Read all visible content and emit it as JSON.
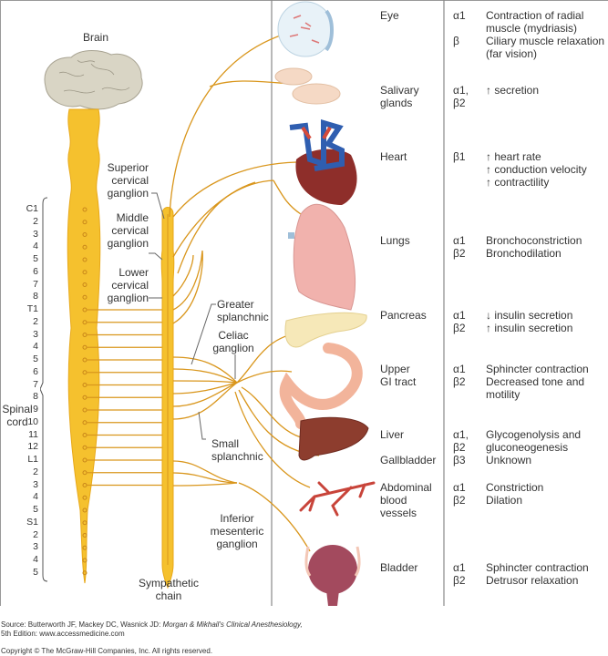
{
  "title": "Sympathetic nervous system",
  "labels": {
    "brain": "Brain",
    "spinal_cord": "Spinal\ncord",
    "sympathetic_chain": "Sympathetic\nchain",
    "superior_cervical": "Superior\ncervical\nganglion",
    "middle_cervical": "Middle\ncervical\nganglion",
    "lower_cervical": "Lower\ncervical\nganglion",
    "greater_splanchnic": "Greater\nsplanchnic",
    "celiac": "Celiac\nganglion",
    "small_splanchnic": "Small\nsplanchnic",
    "inferior_mesenteric": "Inferior\nmesenteric\nganglion"
  },
  "segments": [
    "C1",
    "2",
    "3",
    "4",
    "5",
    "6",
    "7",
    "8",
    "T1",
    "2",
    "3",
    "4",
    "5",
    "6",
    "7",
    "8",
    "9",
    "10",
    "11",
    "12",
    "L1",
    "2",
    "3",
    "4",
    "5",
    "S1",
    "2",
    "3",
    "4",
    "5"
  ],
  "organs": [
    {
      "name": "Eye",
      "receptors": "α1\n\nβ",
      "effects": "Contraction of radial\nmuscle (mydriasis)\nCiliary muscle relaxation\n(far vision)"
    },
    {
      "name": "Salivary\nglands",
      "receptors": "α1,\nβ2",
      "effects": "↑ secretion"
    },
    {
      "name": "Heart",
      "receptors": "β1",
      "effects": "↑ heart rate\n↑ conduction velocity\n↑ contractility"
    },
    {
      "name": "Lungs",
      "receptors": "α1\nβ2",
      "effects": "Bronchoconstriction\nBronchodilation"
    },
    {
      "name": "Pancreas",
      "receptors": "α1\nβ2",
      "effects": "↓ insulin secretion\n↑ insulin secretion"
    },
    {
      "name": "Upper\nGI tract",
      "receptors": "α1\nβ2",
      "effects": "Sphincter contraction\nDecreased tone and\nmotility"
    },
    {
      "name": "Liver",
      "receptors": "α1,\nβ2",
      "effects": "Glycogenolysis and\ngluconeogenesis"
    },
    {
      "name": "Gallbladder",
      "receptors": "β3",
      "effects": "Unknown"
    },
    {
      "name": "Abdominal\nblood\nvessels",
      "receptors": "α1\nβ2",
      "effects": "Constriction\nDilation"
    },
    {
      "name": "Bladder",
      "receptors": "α1\nβ2",
      "effects": "Sphincter contraction\nDetrusor relaxation"
    }
  ],
  "source": {
    "line1_prefix": "Source: Butterworth JF, Mackey DC, Wasnick JD: ",
    "line1_title": "Morgan & Mikhail's Clinical Anesthesiology,",
    "line2": "5th Edition: www.accessmedicine.com",
    "copyright": "Copyright © The McGraw-Hill Companies, Inc. All rights reserved."
  },
  "colors": {
    "nerve": "#d9961c",
    "cord": "#f5c12e",
    "cord_dark": "#e8a818",
    "divider": "#888888"
  }
}
